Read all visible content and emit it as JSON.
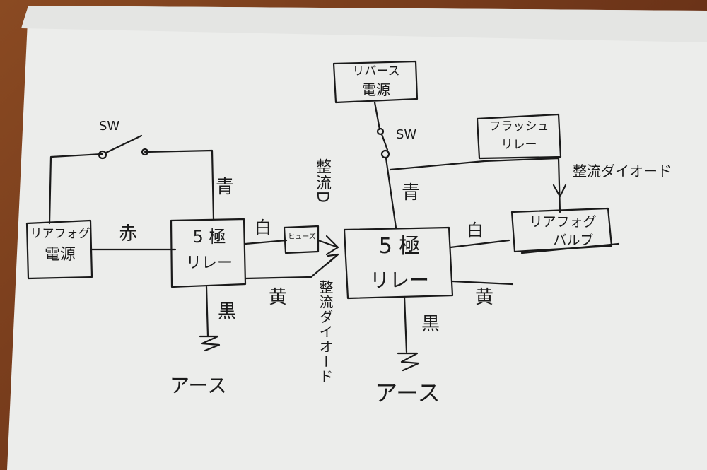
{
  "labels": {
    "sw_left": "SW",
    "sw_right": "SW",
    "rear_fog_power_line1": "リアフォグ",
    "rear_fog_power_line2": "電源",
    "reverse_power_line1": "リバース",
    "reverse_power_line2": "電源",
    "relay_left_line1": "5 極",
    "relay_left_line2": "リレー",
    "relay_right_line1": "5 極",
    "relay_right_line2": "リレー",
    "flasher_relay_line1": "フラッシュ",
    "flasher_relay_line2": "リレー",
    "fuse_box": "ヒューズ",
    "rear_fog_valve_line1": "リアフォグ",
    "rear_fog_valve_line2": "バルブ",
    "wire_red": "赤",
    "wire_blue_left": "青",
    "wire_blue_right": "青",
    "wire_white_left": "白",
    "wire_white_right": "白",
    "wire_yellow_left": "黄",
    "wire_yellow_right": "黄",
    "wire_black_left": "黒",
    "wire_black_right": "黒",
    "rectifier_d": "整流D",
    "rectifier_diode_vertical": "整流ダイオード",
    "rectifier_diode_right": "整流ダイオード",
    "earth_left": "アース",
    "earth_right": "アース"
  },
  "colors": {
    "paper": "#ecedeb",
    "ink": "#1a1a1a",
    "desk": "#7a3d1c"
  }
}
